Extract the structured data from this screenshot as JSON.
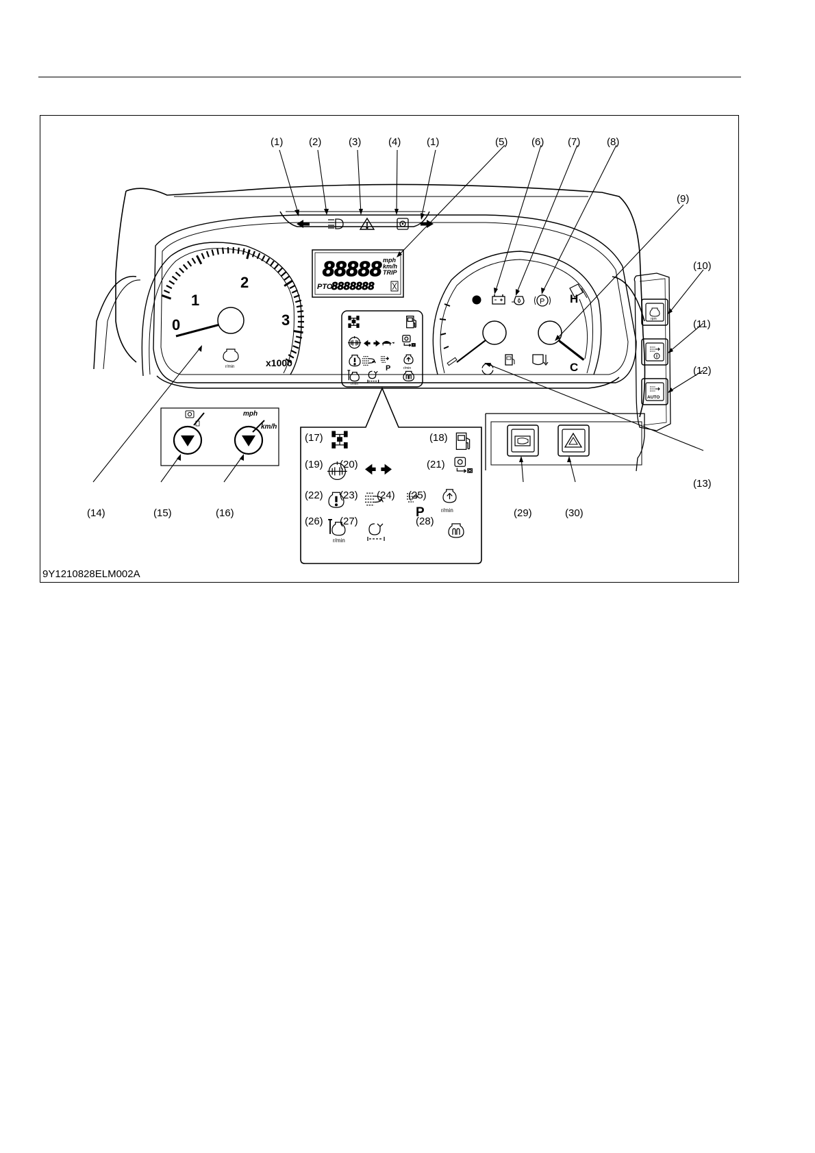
{
  "figure_code": "9Y1210828ELM002A",
  "callouts": {
    "c1a": "(1)",
    "c2": "(2)",
    "c3": "(3)",
    "c4": "(4)",
    "c1b": "(1)",
    "c5": "(5)",
    "c6": "(6)",
    "c7": "(7)",
    "c8": "(8)",
    "c9": "(9)",
    "c10": "(10)",
    "c11": "(11)",
    "c12": "(12)",
    "c13": "(13)",
    "c14": "(14)",
    "c15": "(15)",
    "c16": "(16)",
    "c17": "(17)",
    "c18": "(18)",
    "c19": "(19)",
    "c20": "(20)",
    "c21": "(21)",
    "c22": "(22)",
    "c23": "(23)",
    "c24": "(24)",
    "c25": "(25)",
    "c26": "(26)",
    "c27": "(27)",
    "c28": "(28)",
    "c29": "(29)",
    "c30": "(30)"
  },
  "tachometer": {
    "tick_labels": [
      "0",
      "1",
      "2",
      "3"
    ],
    "multiplier": "x1000",
    "unit": "r/min"
  },
  "lcd": {
    "main_digits": "88888",
    "unit_mph": "mph",
    "unit_kmh": "km/h",
    "trip": "TRIP",
    "pto": "PTO",
    "sub_digits": "8888888"
  },
  "gauges": {
    "hot": "H",
    "cold": "C"
  },
  "selector_labels": {
    "mph": "mph",
    "kmh": "km/h"
  },
  "indicator_text": {
    "park": "P",
    "rpm": "r/min",
    "auto": "AUTO",
    "button_rpm": "rpm"
  },
  "icons": [
    "left-turn-arrow-icon",
    "headlight-icon",
    "hazard-warning-icon",
    "transmission-warning-icon",
    "right-turn-arrow-icon",
    "battery-charge-icon",
    "oil-pressure-icon",
    "parking-brake-icon",
    "fuel-icon",
    "coolant-temperature-icon",
    "four-wheel-drive-icon",
    "differential-lock-icon",
    "shuttle-icon",
    "tortoise-icon",
    "engine-warning-icon",
    "dpf-regeneration-icon",
    "regeneration-inhibit-icon",
    "engine-rpm-icon",
    "glow-plug-icon",
    "horn-icon",
    "hazard-button-icon"
  ]
}
